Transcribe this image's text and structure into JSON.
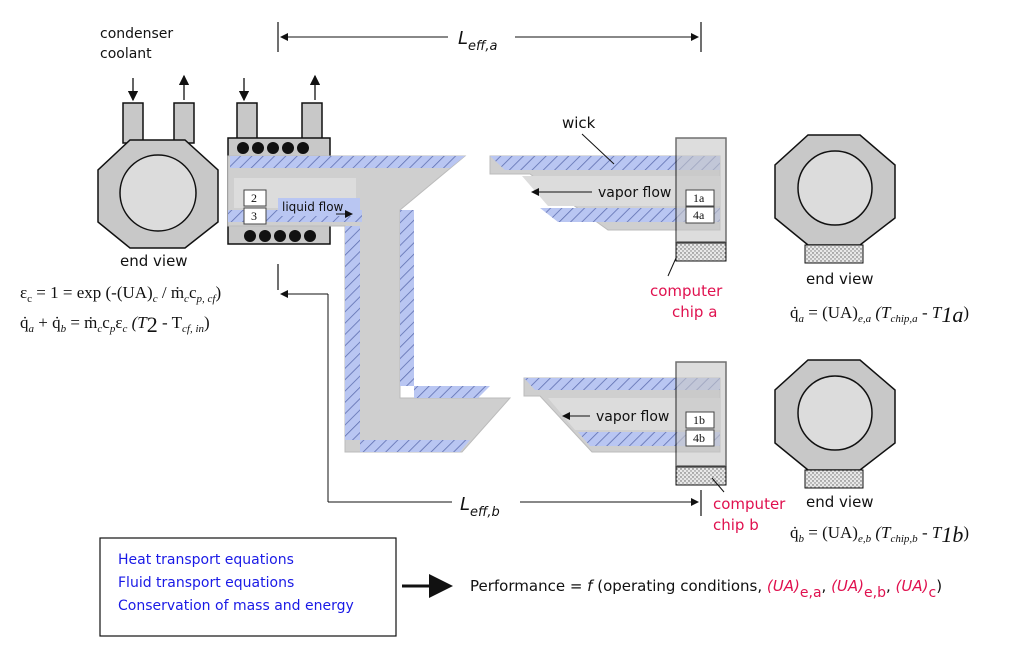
{
  "labels": {
    "condenser_line1": "condenser",
    "condenser_line2": "coolant",
    "wick": "wick",
    "liquid_flow": "liquid flow",
    "vapor_flow_a": "vapor flow",
    "vapor_flow_b": "vapor flow",
    "end_view_left": "end view",
    "end_view_a": "end view",
    "end_view_b": "end view",
    "chip_a_line1": "computer",
    "chip_a_line2": "chip a",
    "chip_b_line1": "computer",
    "chip_b_line2": "chip b",
    "leff_a_main": "L",
    "leff_a_sub": "eff,a",
    "leff_b_main": "L",
    "leff_b_sub": "eff,b"
  },
  "state_points": {
    "p2": "2",
    "p3": "3",
    "p1a": "1a",
    "p4a": "4a",
    "p1b": "1b",
    "p4b": "4b"
  },
  "equations": {
    "eps": {
      "a": "ε",
      "b": "c",
      "c": " = 1 = exp (-(UA)",
      "d": "c",
      "e": " / ṁ",
      "f": "c",
      "g": "c",
      "h": "p, cf",
      "i": ")"
    },
    "energy": {
      "a": "q̇",
      "b": "a",
      "c": " + q̇",
      "d": "b",
      "e": " = ṁ",
      "f": "c",
      "g": "c",
      "h": "p",
      "i": "ε",
      "j": "c",
      "k": " (T",
      "l": "2",
      "m": " - T",
      "n": "cf, in",
      "o": ")"
    },
    "qa": {
      "a": "q̇",
      "b": "a",
      "c": " = (UA)",
      "d": "e,a",
      "e": " (T",
      "f": "chip,a",
      "g": " - T",
      "h": "1a",
      "i": ")"
    },
    "qb": {
      "a": "q̇",
      "b": "b",
      "c": " = (UA)",
      "d": "e,b",
      "e": " (T",
      "f": "chip,b",
      "g": " - T",
      "h": "1b",
      "i": ")"
    }
  },
  "box_lines": [
    "Heat transport equations",
    "Fluid transport equations",
    "Conservation of mass and energy"
  ],
  "performance": {
    "prefix": "Performance = ",
    "f": "f",
    "args": " (operating conditions, ",
    "ua": "(UA)",
    "ea": "e,a",
    "sep1": ", ",
    "eb": "e,b",
    "sep2": ", ",
    "c": "c",
    "close": ")"
  },
  "colors": {
    "pipe_gray": "#cfcfcf",
    "wick_blue": "#b9c6f2",
    "hatch": "#5f6fb0",
    "accent_red": "#e0114f",
    "text_blue": "#1a1ae6",
    "vapor_core": "#dcdcdc"
  }
}
